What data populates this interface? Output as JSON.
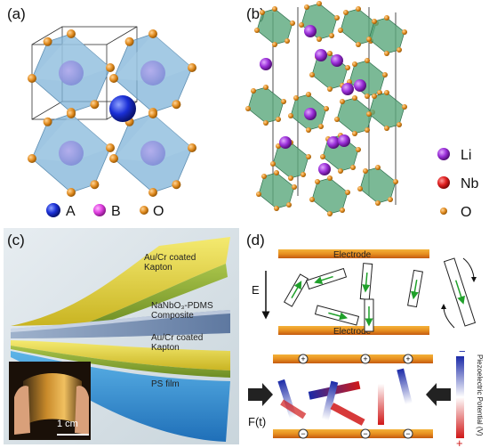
{
  "panels": {
    "a": {
      "label": "(a)",
      "legend": [
        {
          "symbol": "A",
          "color": "#1a2fd6"
        },
        {
          "symbol": "B",
          "color": "#e040e0"
        },
        {
          "symbol": "O",
          "color": "#e08a1e"
        }
      ]
    },
    "b": {
      "label": "(b)",
      "legend": [
        {
          "symbol": "Li",
          "color": "#9b30d9"
        },
        {
          "symbol": "Nb",
          "color": "#e02020"
        },
        {
          "symbol": "O",
          "color": "#e08a1e"
        }
      ]
    },
    "c": {
      "label": "(c)",
      "layers": {
        "top_electrode": "Au/Cr coated\nKapton",
        "composite": "NaNbO₃-PDMS\nComposite",
        "bottom_electrode": "Au/Cr coated\nKapton",
        "substrate": "PS film"
      },
      "scale_bar": "1 cm"
    },
    "d": {
      "label": "(d)",
      "top": {
        "electrode_top": "Electrode",
        "electrode_bottom": "Electrode",
        "field_label": "E"
      },
      "bottom": {
        "force_label": "F(t)",
        "colorbar_title": "Piezoelectric Potential (V)",
        "colorbar_max": "−",
        "colorbar_min": "+",
        "plus_sign": "+",
        "minus_sign": "−"
      }
    }
  },
  "colors": {
    "octahedron": "#7fb3d8",
    "octahedron_green": "#5aa77c",
    "electrode": "#e8a020",
    "text_white": "#ffffff"
  }
}
